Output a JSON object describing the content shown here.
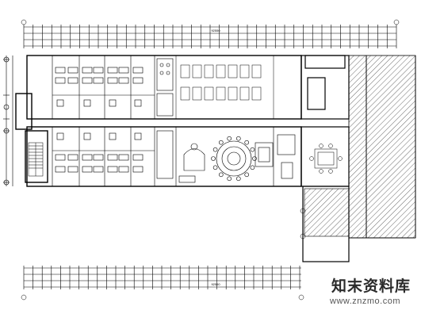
{
  "drawing": {
    "line_color": "#000000",
    "background": "#ffffff",
    "hatch_color": "#444444"
  },
  "dimensions": {
    "top_overall": "92550",
    "bottom_overall": "92550"
  },
  "watermark": {
    "title": "知末资料库",
    "url": "www.znzmo.com"
  }
}
